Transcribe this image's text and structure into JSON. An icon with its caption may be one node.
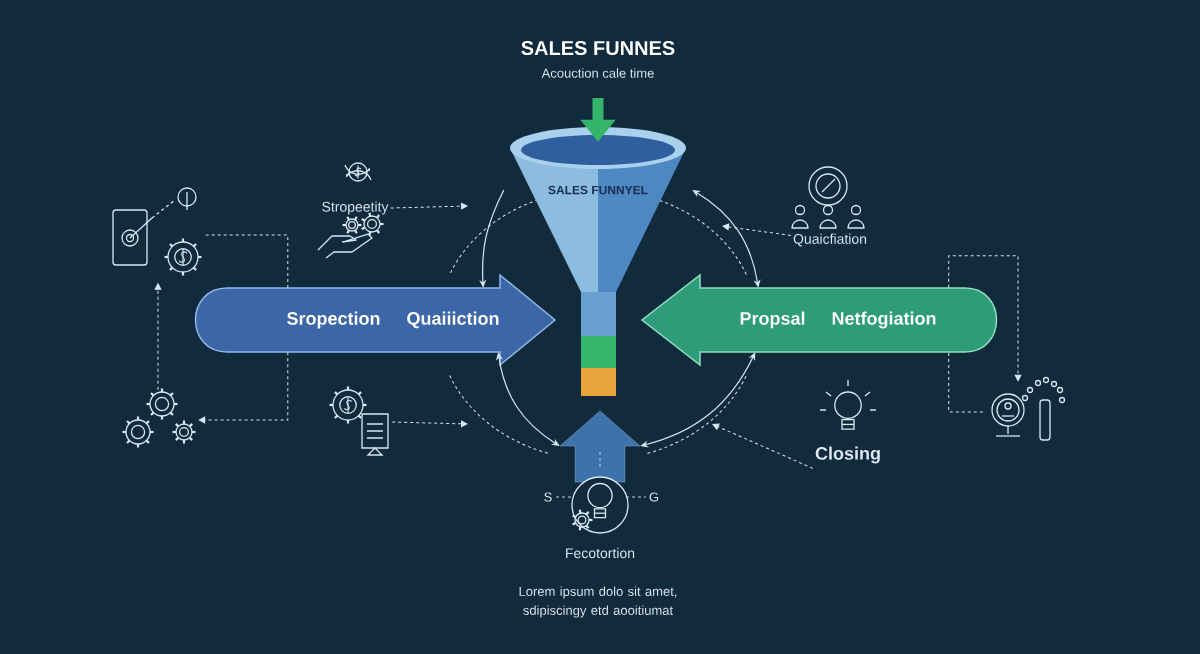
{
  "diagram": {
    "title": "SALES FUNNES",
    "nodes": [
      {
        "text": [
          "SALES FUNNYEL"
        ]
      },
      {
        "text": [],
        "shape": "picture"
      },
      {
        "text": [
          "Stropeetity"
        ]
      },
      {
        "text": [
          "Quaicfiation"
        ]
      },
      {
        "text": [
          "Sropection",
          "Quaiiiction"
        ]
      },
      {
        "text": [
          "Propsal",
          "Netfogiation"
        ]
      },
      {
        "text": [],
        "shape": "picture"
      },
      {
        "text": [],
        "shape": "picture"
      },
      {
        "text": [
          "Closing"
        ]
      },
      {
        "text": [],
        "shape": "picture"
      },
      {
        "text": [],
        "shape": "arrow"
      }
    ],
    "edges": [
      {
        "from": null,
        "to": 0,
        "arrow": "to",
        "style": "thick",
        "color": "#35b56a"
      },
      {
        "from": 2,
        "to": null,
        "arrow": "to",
        "style": "dashed"
      },
      {
        "from": 3,
        "to": null,
        "arrow": "to",
        "style": "dashed"
      },
      {
        "from": 7,
        "to": null,
        "arrow": "to",
        "style": "dashed"
      },
      {
        "from": 8,
        "to": null,
        "arrow": "to",
        "style": "dashed"
      },
      {
        "from": 6,
        "to": 1,
        "arrow": "to",
        "style": "dashed"
      },
      {
        "from": 4,
        "to": 6,
        "arrow": "to",
        "style": "dashed"
      },
      {
        "from": 1,
        "to": 4,
        "arrow": "none",
        "style": "dashed"
      },
      {
        "from": 5,
        "to": 9,
        "arrow": "to",
        "style": "dashed"
      },
      {
        "from": 9,
        "to": 5,
        "arrow": "none",
        "style": "dashed"
      },
      {
        "from": 0,
        "to": 4,
        "arrow": "to"
      },
      {
        "from": 4,
        "to": 10,
        "arrow": "both"
      },
      {
        "from": 0,
        "to": 5,
        "arrow": "both"
      },
      {
        "from": 5,
        "to": 10,
        "arrow": "both"
      }
    ],
    "labels": [
      "Acouction cale time",
      "S",
      "G",
      "Fecotortion",
      "Lorem ipsum dolo sit amet, sdipiscingy etd aooitiumat"
    ]
  }
}
